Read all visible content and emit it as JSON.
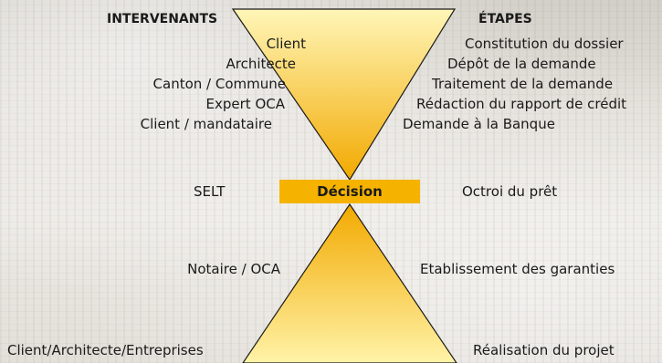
{
  "headers": {
    "left": "INTERVENANTS",
    "right": "ÉTAPES"
  },
  "top_rows": [
    {
      "actor": "Client",
      "step": "Constitution du dossier"
    },
    {
      "actor": "Architecte",
      "step": "Dépôt de la demande"
    },
    {
      "actor": "Canton / Commune",
      "step": "Traitement de la demande"
    },
    {
      "actor": "Expert OCA",
      "step": "Rédaction du rapport de crédit"
    },
    {
      "actor": "Client / mandataire",
      "step": "Demande à la Banque"
    }
  ],
  "middle": {
    "actor": "SELT",
    "decision": "Décision",
    "step": "Octroi du prêt"
  },
  "bottom_rows": [
    {
      "actor": "Notaire / OCA",
      "step": "Etablissement des garanties"
    },
    {
      "actor": "Client/Architecte/Entreprises",
      "step": "Réalisation du projet"
    }
  ],
  "colors": {
    "accent": "#f5b300",
    "hourglass_light": "#fff3a8",
    "hourglass_dark": "#f2a900"
  }
}
